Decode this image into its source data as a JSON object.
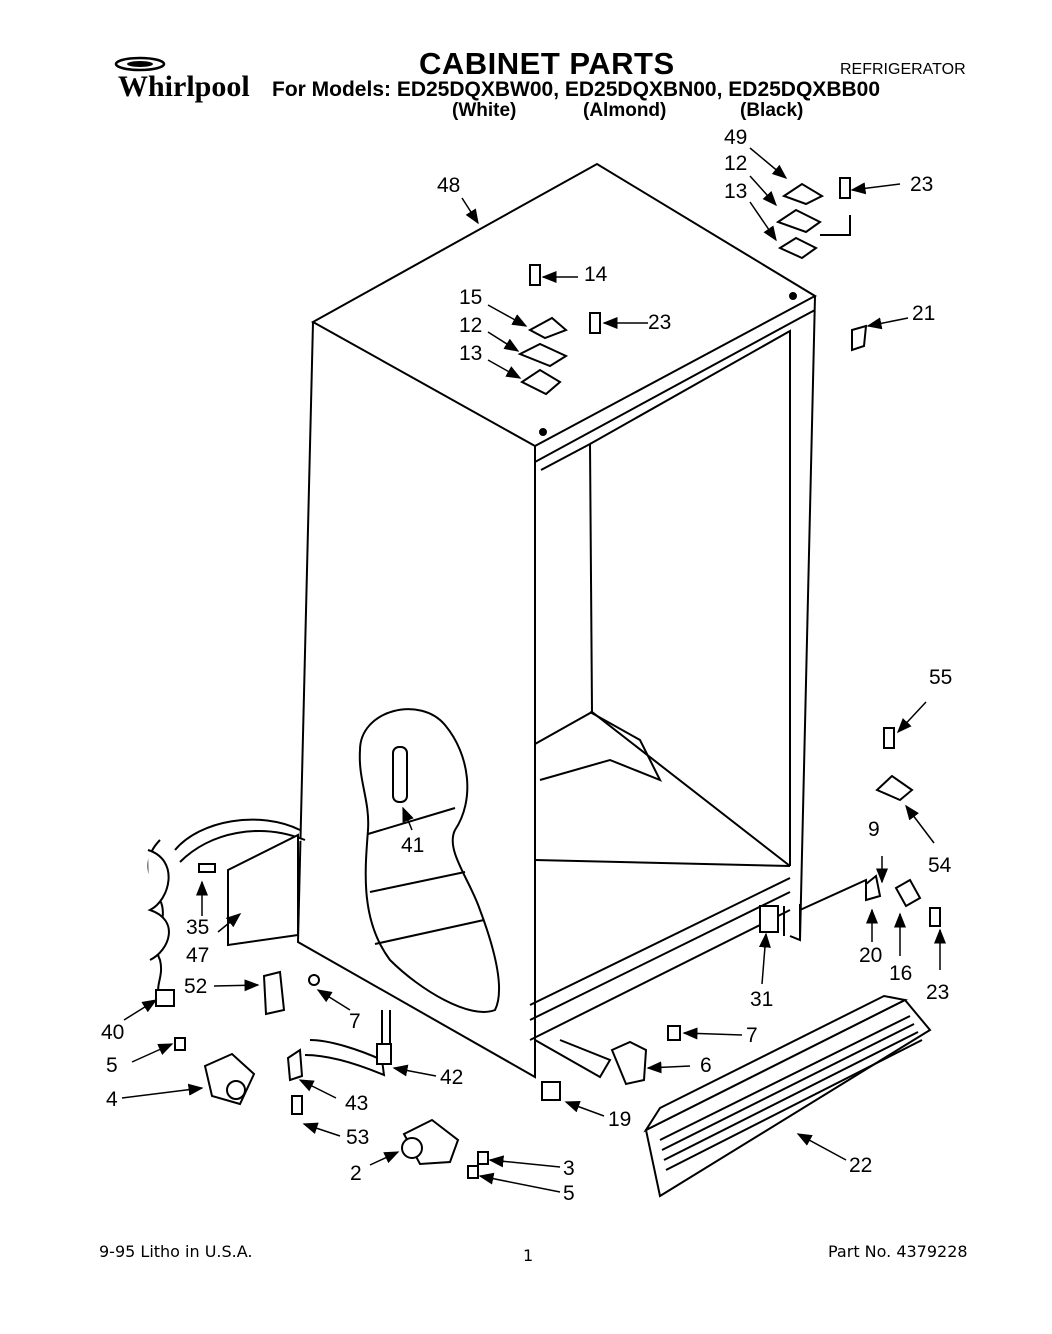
{
  "header": {
    "brand": "Whirlpool",
    "title": "CABINET PARTS",
    "category": "REFRIGERATOR",
    "models_line": "For Models: ED25DQXBW00, ED25DQXBN00, ED25DQXBB00",
    "variants": [
      "(White)",
      "(Almond)",
      "(Black)"
    ]
  },
  "callouts": [
    "48",
    "49",
    "12",
    "13",
    "23",
    "14",
    "15",
    "12",
    "13",
    "23",
    "21",
    "41",
    "55",
    "54",
    "9",
    "35",
    "47",
    "20",
    "16",
    "23",
    "52",
    "7",
    "31",
    "40",
    "7",
    "5",
    "6",
    "42",
    "4",
    "43",
    "19",
    "53",
    "22",
    "2",
    "3",
    "5"
  ],
  "footer": {
    "date_litho": "9-95  Litho in U.S.A.",
    "page": "1",
    "part_no": "Part No. 4379228"
  }
}
